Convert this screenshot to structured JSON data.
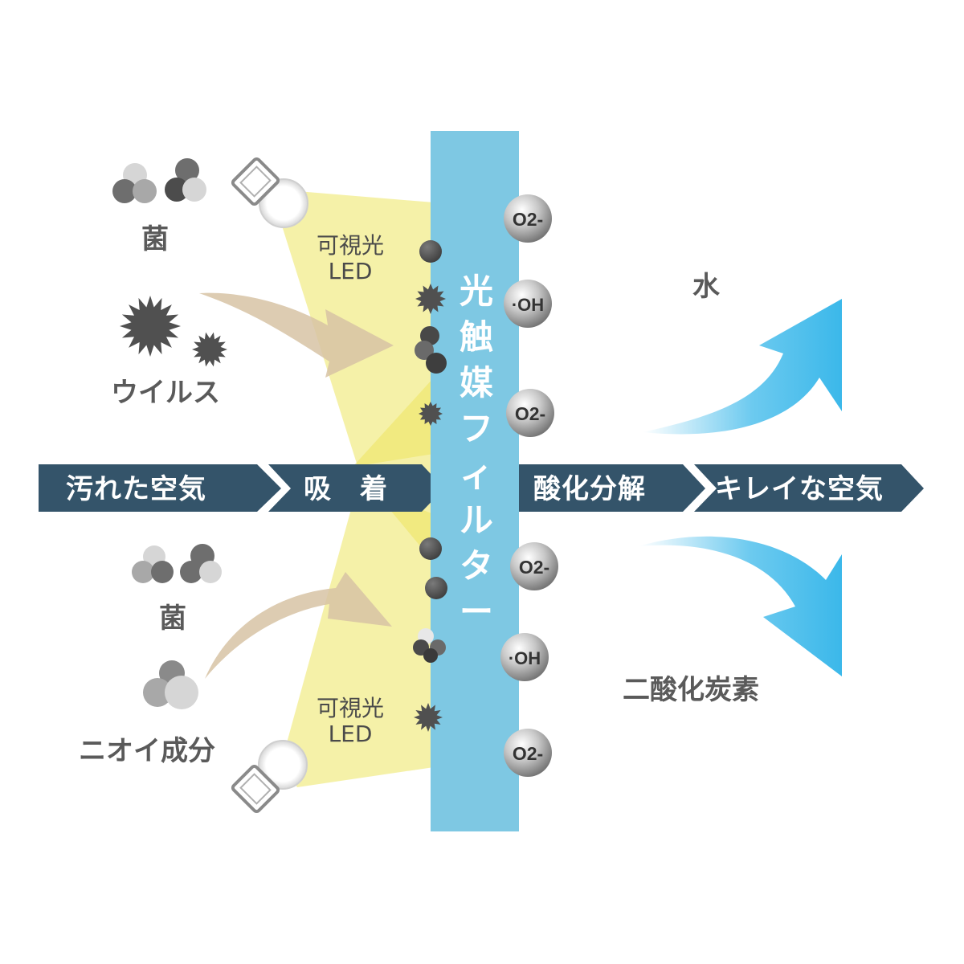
{
  "labels": {
    "bacteria_top": "菌",
    "virus": "ウイルス",
    "bacteria_bottom": "菌",
    "odor": "ニオイ成分",
    "led_top": [
      "可視光",
      "LED"
    ],
    "led_bottom": [
      "可視光",
      "LED"
    ],
    "water": "水",
    "co2": "二酸化炭素"
  },
  "flow": {
    "stage1": "汚れた空気",
    "stage2": "吸　着",
    "stage3": "酸化分解",
    "stage4": "キレイな空気"
  },
  "filter": {
    "chars": [
      "光",
      "触",
      "媒",
      "フ",
      "ィ",
      "ル",
      "タ",
      "ー"
    ]
  },
  "ions": [
    "O2-",
    "·OH",
    "O2-",
    "O2-",
    "·OH",
    "O2-"
  ],
  "colors": {
    "band": "#34546a",
    "filter": "#7ec8e3",
    "led_light": "#f3ef99",
    "intake_arrow": "#d7c3a4",
    "output_arrow": "#3bb8ea",
    "particle": "#505050"
  }
}
